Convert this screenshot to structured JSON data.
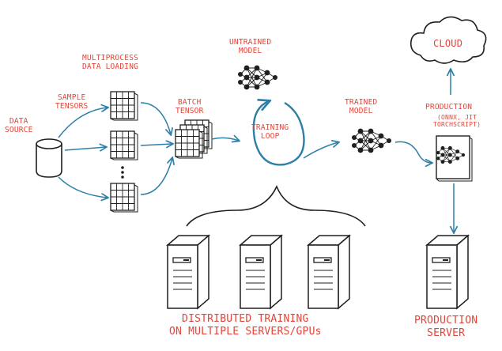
{
  "colors": {
    "ink": "#1f1f1f",
    "label": "#e0463a",
    "arrow": "#2c7fa6"
  },
  "labels": {
    "data_source": "DATA\nSOURCE",
    "sample_tensors": "SAMPLE\nTENSORS",
    "multiprocess": "MULTIPROCESS\nDATA LOADING",
    "batch_tensor": "BATCH\nTENSOR",
    "untrained_model": "UNTRAINED\nMODEL",
    "training_loop": "TRAINING\nLOOP",
    "trained_model": "TRAINED\nMODEL",
    "production": "PRODUCTION",
    "production_sub": "(ONNX, JIT\nTORCHSCRIPT)",
    "cloud": "CLOUD",
    "distributed": "DISTRIBUTED TRAINING\nON MULTIPLE SERVERS/GPUs",
    "production_server": "PRODUCTION\nSERVER"
  },
  "icons": {
    "database": "database-icon",
    "tensor_grid": "tensor-grid-icon",
    "neural_net": "neural-network-icon",
    "server": "server-tower-icon",
    "cloud": "cloud-icon"
  }
}
